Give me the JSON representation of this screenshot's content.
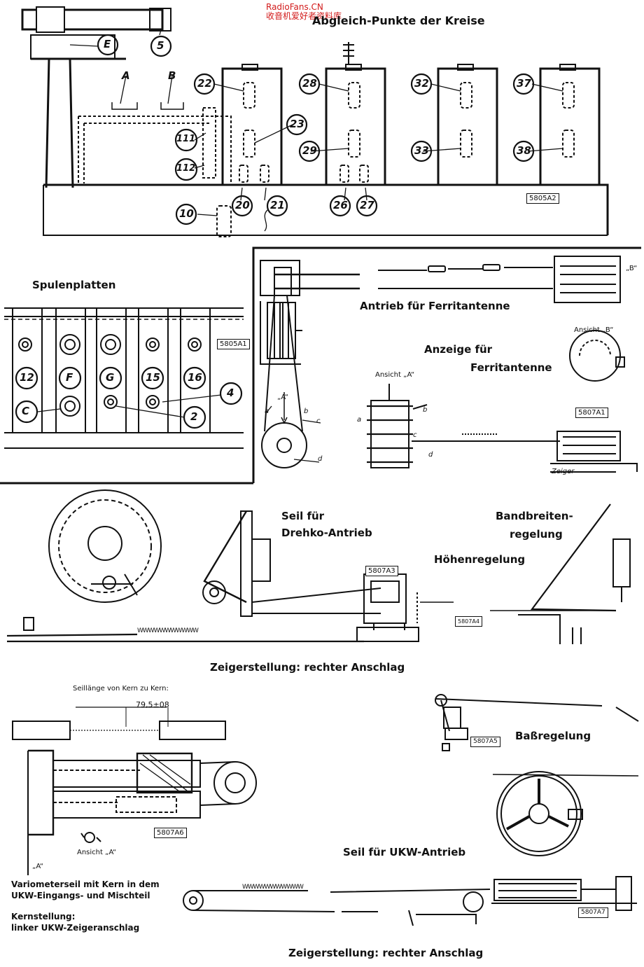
{
  "watermark": {
    "site": "RadioFans.CN",
    "tagline": "收音机爱好者资料库"
  },
  "headings": {
    "alignment_points": "Abgleich-Punkte der Kreise",
    "coil_plates": "Spulenplatten",
    "ferrite_drive": "Antrieb für Ferritantenne",
    "ferrite_indicator_line1": "Anzeige für",
    "ferrite_indicator_line2": "Ferritantenne",
    "gang_drive_line1": "Seil für",
    "gang_drive_line2": "Drehko-Antrieb",
    "bandwidth_line1": "Bandbreiten-",
    "bandwidth_line2": "regelung",
    "treble": "Höhenregelung",
    "pointer_right_1": "Zeigerstellung: rechter Anschlag",
    "bass": "Baßregelung",
    "ukw_drive": "Seil für UKW-Antrieb",
    "pointer_right_2": "Zeigerstellung: rechter Anschlag",
    "cord_length": "Seillänge von Kern zu Kern:",
    "cord_length_value": "79,5±08",
    "variometer_line1": "Variometerseil mit Kern in dem",
    "variometer_line2": "UKW-Eingangs- und Mischteil",
    "core_pos_line1": "Kernstellung:",
    "core_pos_line2": "linker UKW-Zeigeranschlag"
  },
  "views": {
    "view_b": "Ansicht „B“",
    "view_a_1": "Ansicht „A“",
    "view_a_2": "Ansicht „A“",
    "b_mark": "„B“",
    "a_mark_1": "„A“",
    "a_mark_2": "„A“",
    "pointer": "Zeiger"
  },
  "drawing_refs": {
    "r5805A2": "5805A2",
    "r5805A1": "5805A1",
    "r5807A1": "5807A1",
    "r5807A3": "5807A3",
    "r5807A4": "5807A4",
    "r5807A5": "5807A5",
    "r5807A6": "5807A6",
    "r5807A7": "5807A7"
  },
  "callouts": {
    "top": [
      "E",
      "5",
      "A",
      "B",
      "22",
      "28",
      "32",
      "37",
      "23",
      "29",
      "33",
      "38",
      "111",
      "112",
      "20",
      "21",
      "26",
      "27",
      "10"
    ],
    "coils_row1": [
      "12",
      "F",
      "G",
      "15",
      "16"
    ],
    "coils_row2": [
      "C",
      "2",
      "4"
    ]
  },
  "cord_letters": [
    "a",
    "b",
    "c",
    "d",
    "a",
    "b",
    "c",
    "d"
  ],
  "spring_text": "WWWWWWWWWWW"
}
